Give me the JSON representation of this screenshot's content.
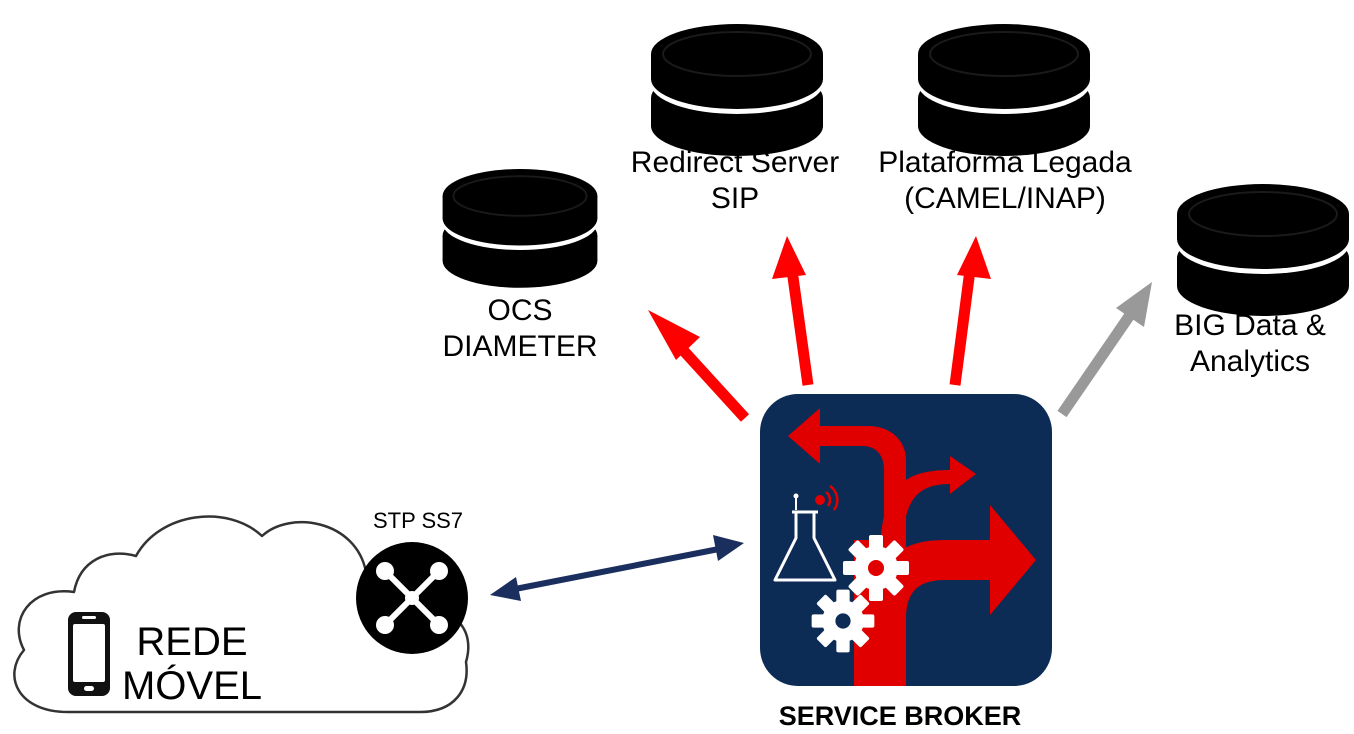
{
  "nodes": {
    "ocs": {
      "lines": [
        "OCS",
        "DIAMETER"
      ]
    },
    "sip": {
      "lines": [
        "Redirect Server",
        "SIP"
      ]
    },
    "legacy": {
      "lines": [
        "Plataforma Legada",
        "(CAMEL/INAP)"
      ]
    },
    "bigdata": {
      "lines": [
        "BIG Data &",
        "Analytics"
      ]
    },
    "stp": {
      "label": "STP SS7"
    },
    "network": {
      "lines": [
        "REDE",
        "MÓVEL"
      ]
    },
    "broker": {
      "label": "SERVICE BROKER"
    }
  },
  "colors": {
    "database": "#000000",
    "primary_arrow": "#ff0000",
    "secondary_arrow": "#999999",
    "link_arrow": "#1b2f5e",
    "broker_background": "#0c2b55",
    "broker_flow": "#e00000"
  },
  "icons": [
    "database-icon",
    "smartphone-icon",
    "network-hub-icon",
    "flask-icon",
    "gear-icon",
    "cloud-icon",
    "service-broker-icon"
  ]
}
